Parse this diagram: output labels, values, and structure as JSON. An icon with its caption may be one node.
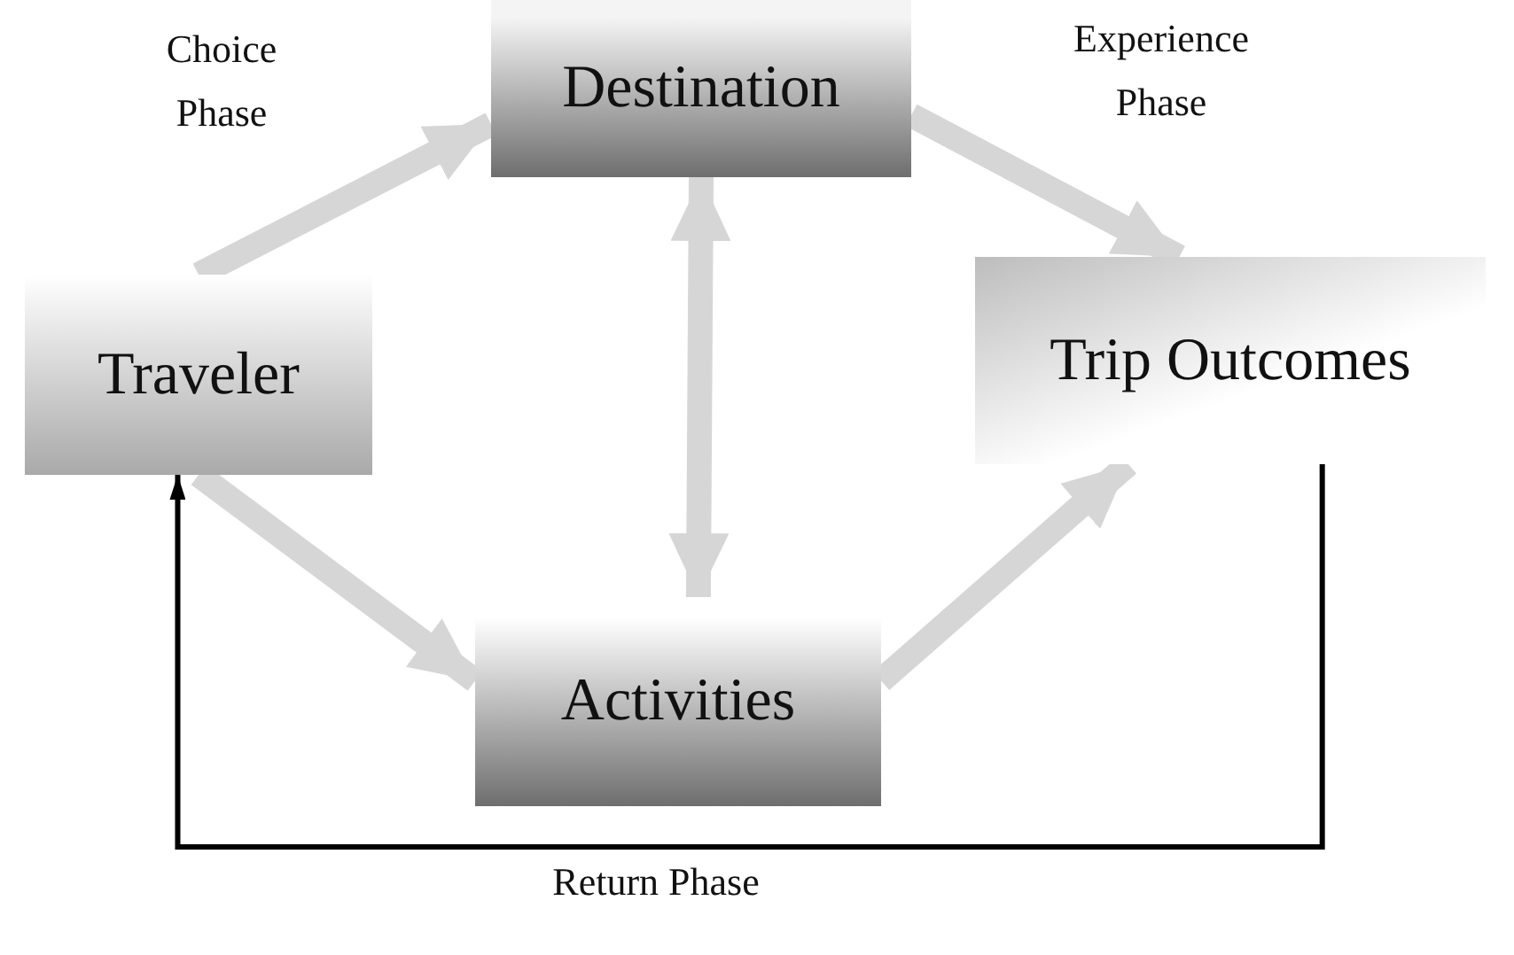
{
  "diagram": {
    "nodes": [
      {
        "text": [
          "Traveler"
        ]
      },
      {
        "text": [
          "Destination"
        ]
      },
      {
        "text": [
          "Trip Outcomes"
        ]
      },
      {
        "text": [
          "Activities"
        ]
      }
    ],
    "edges": [
      {
        "from": 0,
        "to": 1,
        "arrow": "to",
        "label": "Choice Phase"
      },
      {
        "from": 1,
        "to": 2,
        "arrow": "to",
        "label": "Experience Phase"
      },
      {
        "from": 1,
        "to": 3,
        "arrow": "both"
      },
      {
        "from": 0,
        "to": 3,
        "arrow": "to"
      },
      {
        "from": 3,
        "to": 2,
        "arrow": "to"
      },
      {
        "from": 2,
        "to": 0,
        "arrow": "to",
        "color": "#000000",
        "label": "Return Phase"
      }
    ]
  }
}
